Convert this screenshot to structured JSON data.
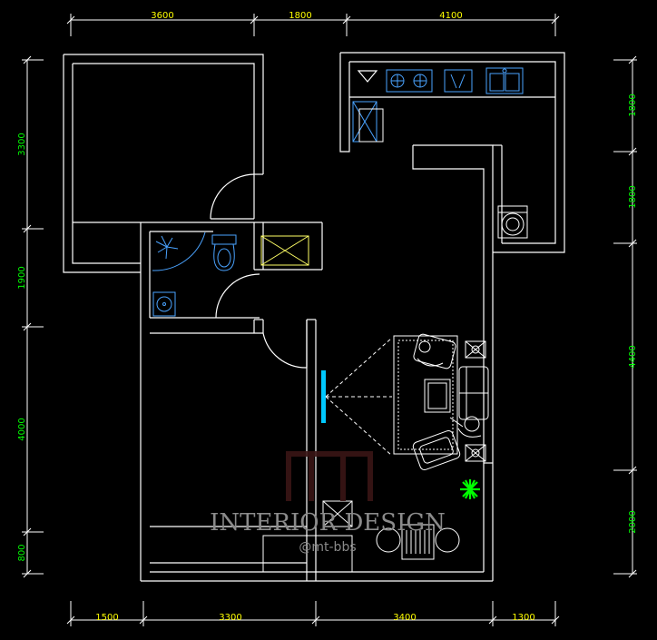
{
  "dimensions": {
    "top": [
      "3600",
      "1800",
      "4100"
    ],
    "bottom": [
      "1500",
      "3300",
      "3400",
      "1300"
    ],
    "left": [
      "3300",
      "1900",
      "4000",
      "800"
    ],
    "right": [
      "1800",
      "1800",
      "4400",
      "2000"
    ]
  },
  "watermark": {
    "title": "INTERIOR DESIGN",
    "subtitle": "@mt-bbs"
  },
  "colors": {
    "wall": "#ffffff",
    "dim_top_bottom": "#ffff00",
    "dim_left_right": "#00ff00",
    "fixture": "#4aa3ff",
    "plant": "#00ff00",
    "tv": "#00c8ff",
    "cross_box": "#ffff66"
  }
}
